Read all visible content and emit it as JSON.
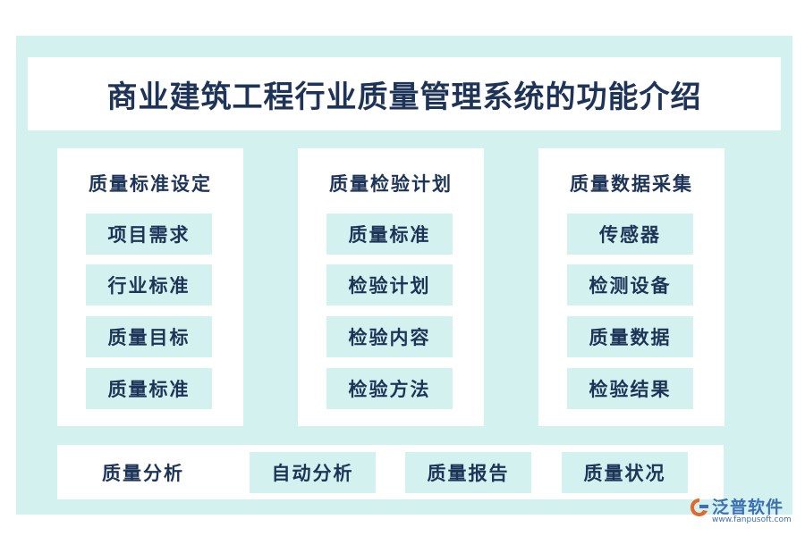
{
  "title": "商业建筑工程行业质量管理系统的功能介绍",
  "columns": [
    {
      "title": "质量标准设定",
      "items": [
        "项目需求",
        "行业标准",
        "质量目标",
        "质量标准"
      ]
    },
    {
      "title": "质量检验计划",
      "items": [
        "质量标准",
        "检验计划",
        "检验内容",
        "检验方法"
      ]
    },
    {
      "title": "质量数据采集",
      "items": [
        "传感器",
        "检测设备",
        "质量数据",
        "检验结果"
      ]
    }
  ],
  "bottom": {
    "title": "质量分析",
    "items": [
      "自动分析",
      "质量报告",
      "质量状况"
    ]
  },
  "watermark": {
    "name": "泛普软件",
    "url": "www.fanpusoft.com",
    "logo_icon": "fanpu-logo-icon"
  },
  "colors": {
    "frame": "#d3f2ef",
    "box": "#ffffff",
    "item": "#d3f2ef",
    "text": "#1d3458",
    "watermark": "#3c6fb5"
  }
}
